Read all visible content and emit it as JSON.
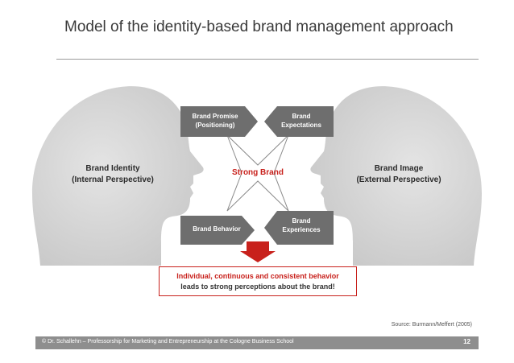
{
  "title": "Model of the identity-based brand management approach",
  "diagram": {
    "identity": {
      "line1": "Brand Identity",
      "line2": "(Internal Perspective)"
    },
    "image": {
      "line1": "Brand Image",
      "line2": "(External Perspective)"
    },
    "center": "Strong Brand",
    "boxes": {
      "promise": {
        "line1": "Brand Promise",
        "line2": "(Positioning)"
      },
      "expectations": {
        "line1": "Brand",
        "line2": "Expectations"
      },
      "behavior": {
        "line1": "Brand Behavior"
      },
      "experiences": {
        "line1": "Brand",
        "line2": "Experiences"
      }
    },
    "result": {
      "line1": "Individual, continuous and consistent behavior",
      "line2": "leads to strong perceptions about the brand!"
    }
  },
  "source": "Source: Burmann/Meffert (2005)",
  "footer": {
    "text": "© Dr. Schallehn – Professorship for Marketing and Entrepreneurship at the Cologne Business School",
    "page": "12"
  },
  "colors": {
    "accent": "#c8211c",
    "box": "#6e6e6e",
    "head": "#d9d9d9",
    "footer": "#8e8e8e"
  }
}
